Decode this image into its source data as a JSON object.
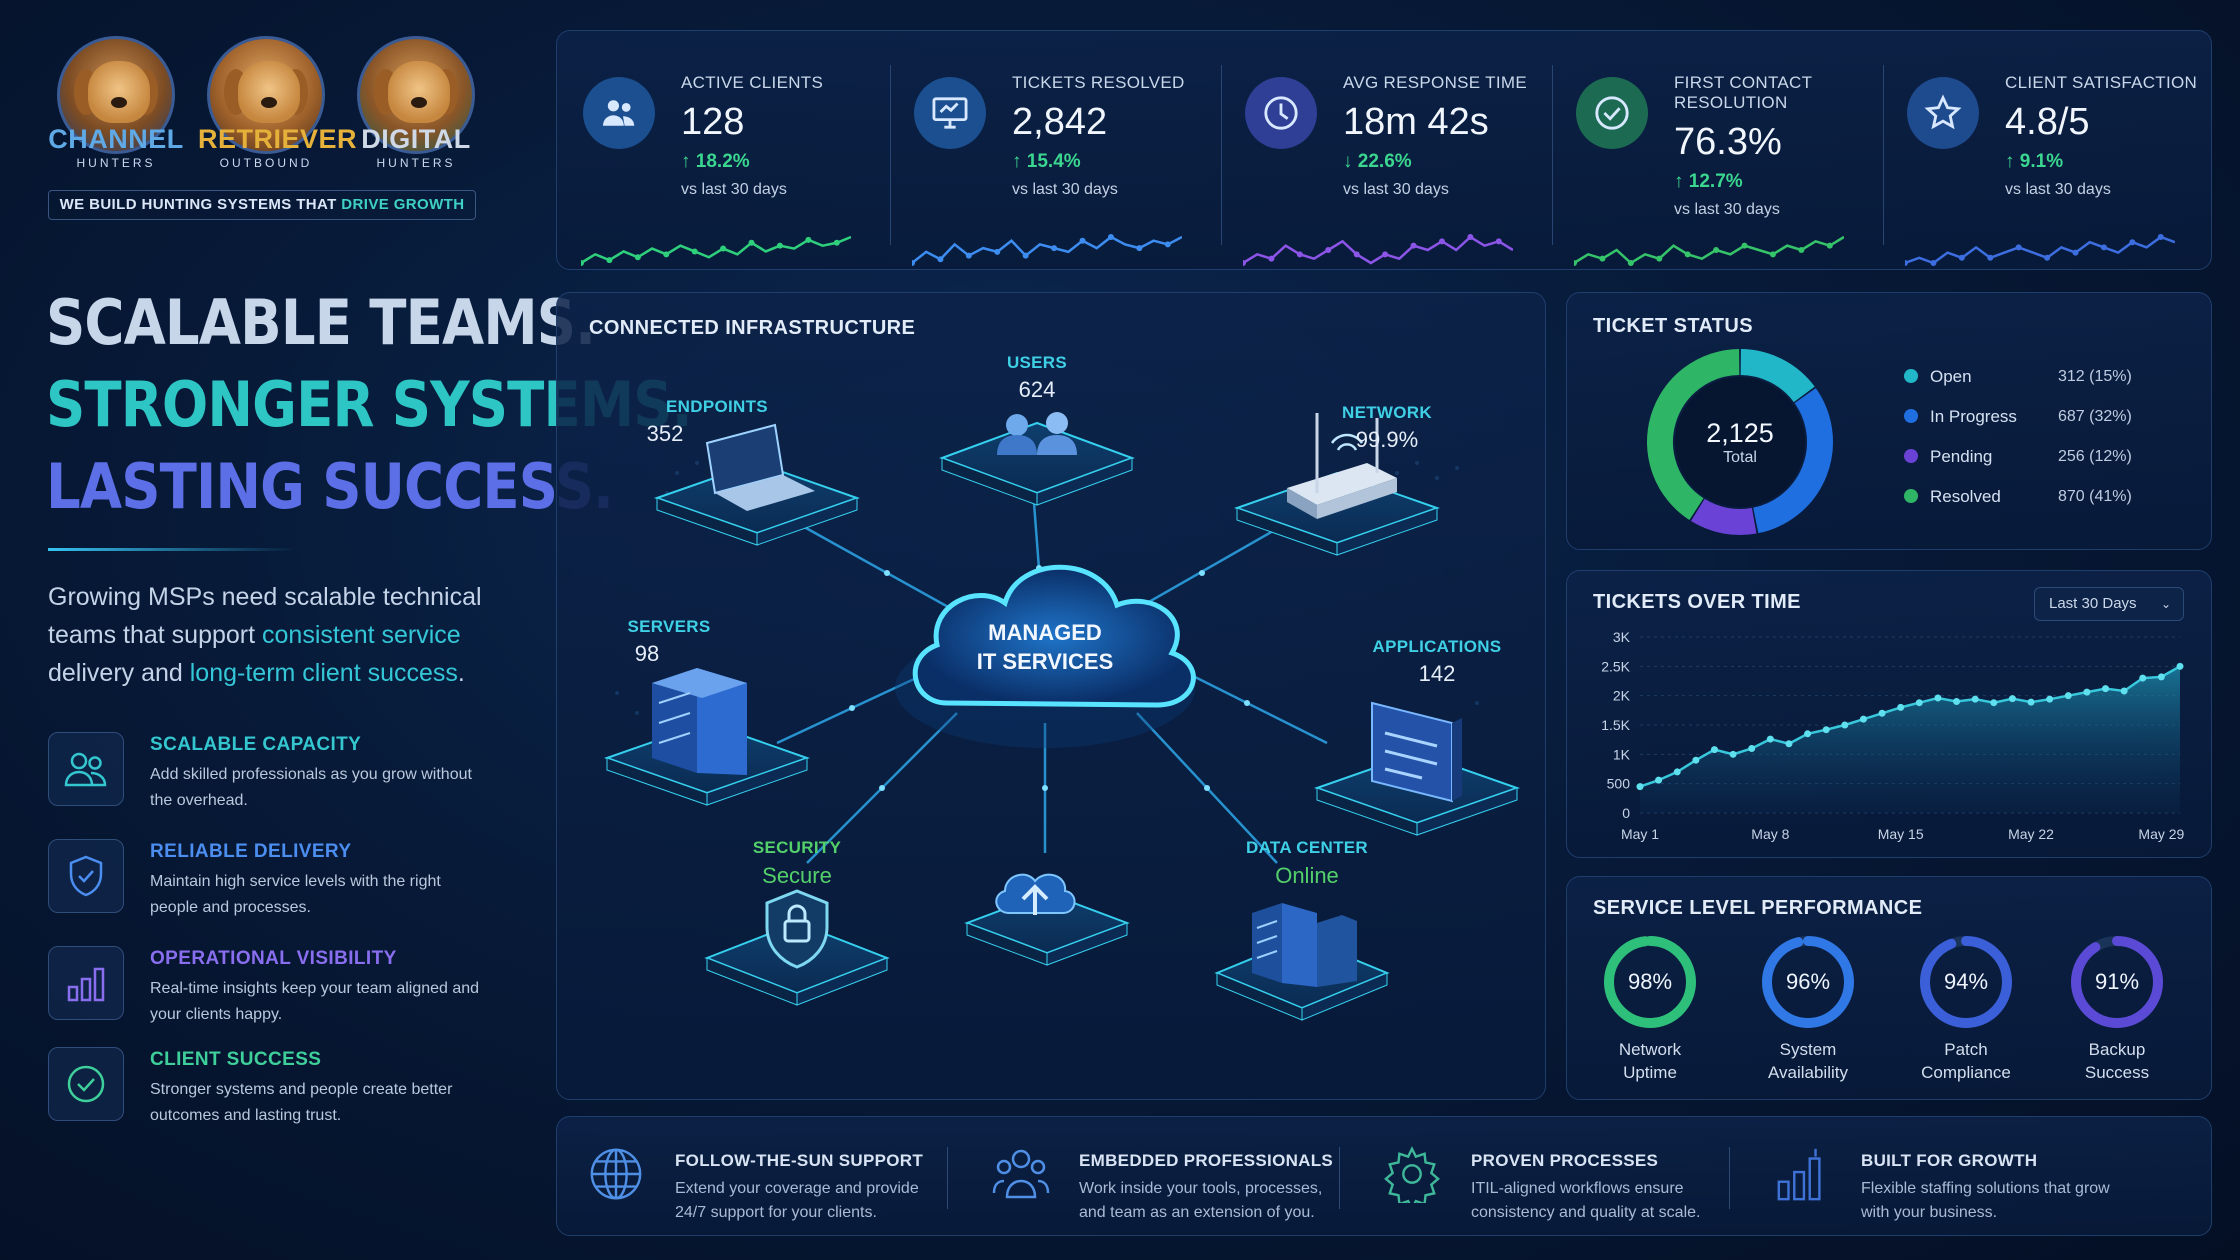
{
  "brand": {
    "logos": [
      {
        "name": "CHANNEL",
        "sub": "HUNTERS",
        "color": "#5fa9e6"
      },
      {
        "name": "RETRIEVER",
        "sub": "OUTBOUND",
        "color": "#e6b13a"
      },
      {
        "name": "DIGITAL",
        "sub": "HUNTERS",
        "color": "#cfd8e6"
      }
    ],
    "tagline_prefix": "WE BUILD HUNTING SYSTEMS THAT",
    "tagline_highlight": "DRIVE GROWTH"
  },
  "hero": {
    "line1": "SCALABLE TEAMS.",
    "line2": "STRONGER SYSTEMS.",
    "line3": "LASTING SUCCESS.",
    "intro_a": "Growing MSPs need scalable technical teams that support ",
    "intro_hl1": "consistent service",
    "intro_b": " delivery and ",
    "intro_hl2": "long-term client success",
    "intro_c": "."
  },
  "features": [
    {
      "title": "SCALABLE CAPACITY",
      "desc": "Add skilled professionals as you grow without the overhead.",
      "color": "#34c7d0",
      "icon": "people-icon"
    },
    {
      "title": "RELIABLE DELIVERY",
      "desc": "Maintain high service levels with the right people and processes.",
      "color": "#4c8df0",
      "icon": "shield-check-icon"
    },
    {
      "title": "OPERATIONAL VISIBILITY",
      "desc": "Real-time insights keep your team aligned and your clients happy.",
      "color": "#8a6ef0",
      "icon": "bar-chart-icon"
    },
    {
      "title": "CLIENT SUCCESS",
      "desc": "Stronger systems and people create better outcomes and lasting trust.",
      "color": "#3fcf9a",
      "icon": "check-circle-icon"
    }
  ],
  "kpis": [
    {
      "label": "ACTIVE CLIENTS",
      "value": "128",
      "change": "↑ 18.2%",
      "vs": "vs last 30 days",
      "color": "#3bd68f",
      "icon": "people-icon",
      "circle": "#1b4f8f",
      "spark": [
        5,
        8,
        6,
        9,
        7,
        10,
        8,
        11,
        9,
        7,
        10,
        8,
        12,
        9,
        11,
        10,
        13,
        11,
        12,
        14
      ]
    },
    {
      "label": "TICKETS RESOLVED",
      "value": "2,842",
      "change": "↑ 15.4%",
      "vs": "vs last 30 days",
      "color": "#3bd68f",
      "icon": "monitor-icon",
      "circle": "#1b4f8f",
      "spark": [
        6,
        9,
        7,
        11,
        8,
        10,
        9,
        12,
        8,
        11,
        10,
        9,
        12,
        10,
        13,
        11,
        10,
        12,
        11,
        13
      ]
    },
    {
      "label": "AVG RESPONSE TIME",
      "value": "18m 42s",
      "change": "↓ 22.6%",
      "vs": "vs last 30 days",
      "color": "#3bd68f",
      "icon": "clock-icon",
      "circle": "#2e3f95",
      "spark": [
        7,
        9,
        8,
        11,
        9,
        8,
        10,
        12,
        9,
        7,
        9,
        8,
        11,
        10,
        12,
        10,
        13,
        11,
        12,
        10
      ]
    },
    {
      "label": "FIRST CONTACT RESOLUTION",
      "value": "76.3%",
      "change": "↑ 12.7%",
      "vs": "vs last 30 days",
      "color": "#3bd68f",
      "icon": "check-circle-icon",
      "circle": "#1c6a52",
      "spark": [
        6,
        8,
        7,
        9,
        6,
        8,
        7,
        10,
        8,
        7,
        9,
        8,
        10,
        9,
        8,
        10,
        9,
        11,
        10,
        12
      ]
    },
    {
      "label": "CLIENT SATISFACTION",
      "value": "4.8/5",
      "change": "↑ 9.1%",
      "vs": "vs last 30 days",
      "color": "#3bd68f",
      "icon": "star-icon",
      "circle": "#1e4a8e",
      "spark": [
        7,
        8,
        7,
        9,
        8,
        10,
        8,
        9,
        10,
        9,
        8,
        10,
        9,
        11,
        10,
        9,
        11,
        10,
        12,
        11
      ]
    }
  ],
  "infrastructure": {
    "title": "CONNECTED INFRASTRUCTURE",
    "hub_line1": "MANAGED",
    "hub_line2": "IT SERVICES",
    "nodes": {
      "users": {
        "label": "USERS",
        "value": "624"
      },
      "endpoints": {
        "label": "ENDPOINTS",
        "value": "352"
      },
      "network": {
        "label": "NETWORK",
        "value": "99.9%"
      },
      "servers": {
        "label": "SERVERS",
        "value": "98"
      },
      "applications": {
        "label": "APPLICATIONS",
        "value": "142"
      },
      "security": {
        "label": "SECURITY",
        "value": "Secure"
      },
      "datacenter": {
        "label": "DATA CENTER",
        "value": "Online"
      }
    }
  },
  "ticket_status": {
    "title": "TICKET STATUS",
    "total": "2,125",
    "total_label": "Total",
    "items": [
      {
        "name": "Open",
        "value": "312 (15%)",
        "color": "#22b7c8",
        "share": 0.15
      },
      {
        "name": "In Progress",
        "value": "687 (32%)",
        "color": "#1f6fe0",
        "share": 0.32
      },
      {
        "name": "Pending",
        "value": "256 (12%)",
        "color": "#6a43d6",
        "share": 0.12
      },
      {
        "name": "Resolved",
        "value": "870 (41%)",
        "color": "#2fb566",
        "share": 0.41
      }
    ]
  },
  "tickets_over_time": {
    "title": "TICKETS OVER TIME",
    "range_label": "Last 30 Days"
  },
  "chart_data": {
    "type": "area",
    "x": [
      "May 1",
      "May 2",
      "May 3",
      "May 4",
      "May 5",
      "May 6",
      "May 7",
      "May 8",
      "May 9",
      "May 10",
      "May 11",
      "May 12",
      "May 13",
      "May 14",
      "May 15",
      "May 16",
      "May 17",
      "May 18",
      "May 19",
      "May 20",
      "May 21",
      "May 22",
      "May 23",
      "May 24",
      "May 25",
      "May 26",
      "May 27",
      "May 28",
      "May 29",
      "May 30"
    ],
    "values": [
      450,
      560,
      700,
      900,
      1080,
      1000,
      1100,
      1260,
      1180,
      1350,
      1420,
      1500,
      1600,
      1700,
      1800,
      1880,
      1960,
      1900,
      1940,
      1880,
      1950,
      1890,
      1940,
      2000,
      2060,
      2120,
      2080,
      2300,
      2320,
      2500
    ],
    "xticks": [
      "May 1",
      "May 8",
      "May 15",
      "May 22",
      "May 29"
    ],
    "yticks": [
      "0",
      "500",
      "1K",
      "1.5K",
      "2K",
      "2.5K",
      "3K"
    ],
    "ylim": [
      0,
      3000
    ]
  },
  "sla": {
    "title": "SERVICE LEVEL PERFORMANCE",
    "gauges": [
      {
        "value": 98,
        "text": "98%",
        "label1": "Network",
        "label2": "Uptime",
        "color": "#2ec07a"
      },
      {
        "value": 96,
        "text": "96%",
        "label1": "System",
        "label2": "Availability",
        "color": "#2f78e6"
      },
      {
        "value": 94,
        "text": "94%",
        "label1": "Patch",
        "label2": "Compliance",
        "color": "#3b5fd8"
      },
      {
        "value": 91,
        "text": "91%",
        "label1": "Backup",
        "label2": "Success",
        "color": "#5b4ad6"
      }
    ]
  },
  "bottom": [
    {
      "title": "FOLLOW-THE-SUN SUPPORT",
      "desc": "Extend your coverage and provide 24/7 support for your clients.",
      "icon": "globe-icon"
    },
    {
      "title": "EMBEDDED PROFESSIONALS",
      "desc": "Work inside your tools, processes, and team as an extension of you.",
      "icon": "team-icon"
    },
    {
      "title": "PROVEN PROCESSES",
      "desc": "ITIL-aligned workflows ensure consistency and quality at scale.",
      "icon": "gear-icon"
    },
    {
      "title": "BUILT FOR GROWTH",
      "desc": "Flexible staffing solutions that grow with your business.",
      "icon": "growth-chart-icon"
    }
  ]
}
